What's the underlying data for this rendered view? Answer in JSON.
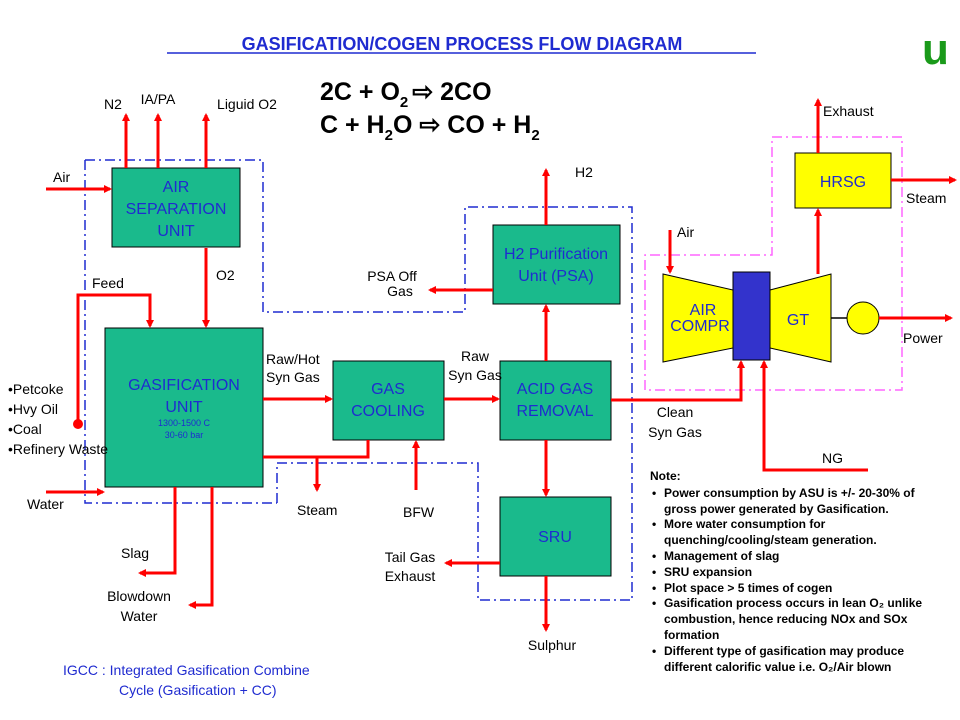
{
  "title": "GASIFICATION/COGEN PROCESS FLOW DIAGRAM",
  "logo": "u",
  "colors": {
    "box": "#1aba8c",
    "arrow": "#ff0000",
    "title": "#1f2bd0",
    "hrsg": "#ffff00",
    "turbine": "#ffff00",
    "shaft": "#3333cc",
    "logo": "#1a9a1a"
  },
  "equations": {
    "eq1": {
      "a": "2C + O",
      "sub": "2",
      "arrow": "⇨",
      "b": " 2CO"
    },
    "eq2": {
      "a": "C + H",
      "sub1": "2",
      "b": "O ",
      "arrow": "⇨",
      "c": " CO + H",
      "sub2": "2"
    }
  },
  "units": {
    "asu": [
      "AIR",
      "SEPARATION",
      "UNIT"
    ],
    "gasification": {
      "lines": [
        "GASIFICATION",
        "UNIT"
      ],
      "temp": "1300-1500 C",
      "pressure": "30-60 bar"
    },
    "gas_cooling": [
      "GAS",
      "COOLING"
    ],
    "acid_gas": [
      "ACID GAS",
      "REMOVAL"
    ],
    "h2": [
      "H2 Purification",
      "Unit (PSA)"
    ],
    "sru": "SRU",
    "hrsg": "HRSG",
    "air_compr": [
      "AIR",
      "COMPR"
    ],
    "gt": "GT"
  },
  "streams": {
    "n2": "N2",
    "ia_pa": "IA/PA",
    "liquid_o2": "Liguid O2",
    "air_in": "Air",
    "feed": "Feed",
    "o2": "O2",
    "feedstocks": [
      "•Petcoke",
      "•Hvy Oil",
      "•Coal",
      "•Refinery Waste"
    ],
    "water": "Water",
    "slag": "Slag",
    "blowdown": [
      "Blowdown",
      "Water"
    ],
    "raw_hot_syn": [
      "Raw/Hot",
      "Syn Gas"
    ],
    "steam_cooling": "Steam",
    "bfw": "BFW",
    "raw_syn": [
      "Raw",
      "Syn Gas"
    ],
    "clean_syn": [
      "Clean",
      "Syn Gas"
    ],
    "h2_out": "H2",
    "psa_off": [
      "PSA Off",
      "Gas"
    ],
    "tail_gas": [
      "Tail Gas",
      "Exhaust"
    ],
    "sulphur": "Sulphur",
    "air_gt": "Air",
    "ng": "NG",
    "exhaust": "Exhaust",
    "steam_hrsg": "Steam",
    "power": "Power"
  },
  "notes": {
    "heading": "Note:",
    "items": [
      "Power consumption by ASU is +/- 20-30% of gross power generated by Gasification.",
      "More water consumption for quenching/cooling/steam generation.",
      "Management of slag",
      "SRU expansion",
      "Plot space > 5 times of cogen",
      "Gasification process occurs in lean O₂ unlike combustion, hence reducing NOx and SOx formation",
      "Different type of gasification may produce different calorific value i.e. O₂/Air blown"
    ]
  },
  "footer": [
    "IGCC : Integrated Gasification Combine",
    "Cycle   (Gasification + CC)"
  ]
}
